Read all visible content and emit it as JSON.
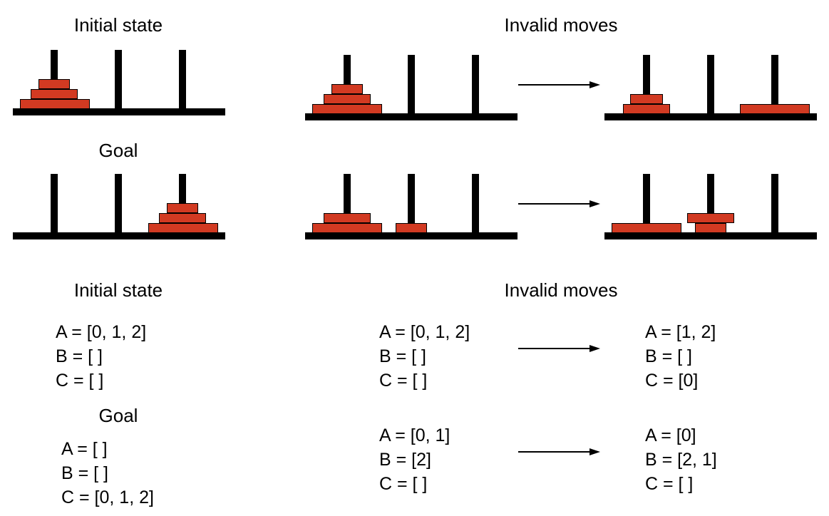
{
  "colors": {
    "disk": "#d23a22",
    "line": "#000000"
  },
  "top": {
    "initial_title": "Initial state",
    "goal_title": "Goal",
    "invalid_title": "Invalid moves"
  },
  "bottom": {
    "initial_title": "Initial state",
    "goal_title": "Goal",
    "invalid_title": "Invalid moves",
    "initial": {
      "a": "A = [0, 1, 2]",
      "b": "B = [ ]",
      "c": "C = [ ]"
    },
    "goal": {
      "a": "A = [ ]",
      "b": "B = [ ]",
      "c": "C = [0, 1, 2]"
    },
    "move1_before": {
      "a": "A = [0, 1, 2]",
      "b": "B = [ ]",
      "c": "C = [ ]"
    },
    "move1_after": {
      "a": "A = [1, 2]",
      "b": "B = [ ]",
      "c": "C = [0]"
    },
    "move2_before": {
      "a": "A = [0, 1]",
      "b": "B = [2]",
      "c": "C = [ ]"
    },
    "move2_after": {
      "a": "A = [0]",
      "b": "B = [2, 1]",
      "c": "C = [ ]"
    }
  }
}
